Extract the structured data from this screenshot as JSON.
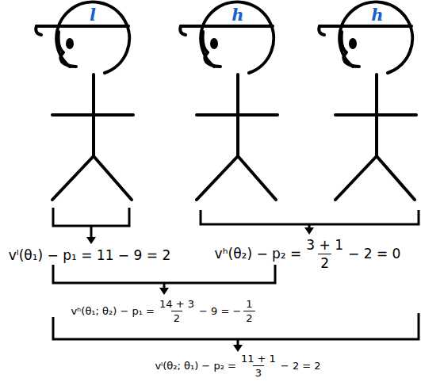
{
  "diagram": {
    "labels": [
      "l",
      "h",
      "h",
      "vˡ(θ₁) − p₁ = 11 − 9 = 2",
      "vʰ(θ₂) − p₂ =",
      "3 + 1",
      "2",
      "− 2 = 0",
      "vʰ(θ₁; θ₂) − p₁ =",
      "14 + 3",
      "2",
      "− 9 = −",
      "1",
      "2",
      "vˡ(θ₂; θ₁) − p₂ =",
      "11 + 1",
      "3",
      "− 2 = 2"
    ]
  }
}
